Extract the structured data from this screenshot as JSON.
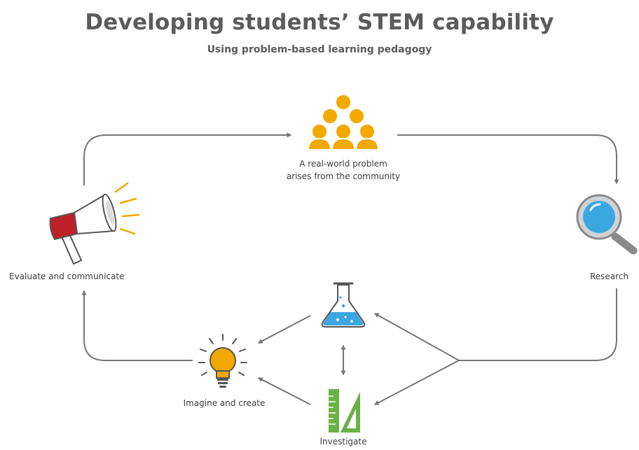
{
  "title": "Developing students’ STEM capability",
  "subtitle": "Using problem-based learning pedagogy",
  "nodes": {
    "problem": {
      "line1": "A real-world problem",
      "line2": "arises from the community",
      "icon": "people-group-icon"
    },
    "research": {
      "label": "Research",
      "icon": "magnifying-glass-icon"
    },
    "investigate": {
      "label": "Investigate",
      "icons": [
        "flask-icon",
        "ruler-set-square-icon"
      ]
    },
    "imagine": {
      "label": "Imagine and create",
      "icon": "lightbulb-icon"
    },
    "evaluate": {
      "label": "Evaluate and communicate",
      "icon": "megaphone-icon"
    }
  },
  "colors": {
    "title": "#5b5b5b",
    "text": "#3d3d3d",
    "arrow": "#757575",
    "people": "#f2a900",
    "bulb": "#f2a900",
    "flask_liquid": "#3aa7e0",
    "ruler": "#6ab245",
    "megaphone_red": "#c0202a",
    "magnifier_blue": "#3aa7e0"
  }
}
